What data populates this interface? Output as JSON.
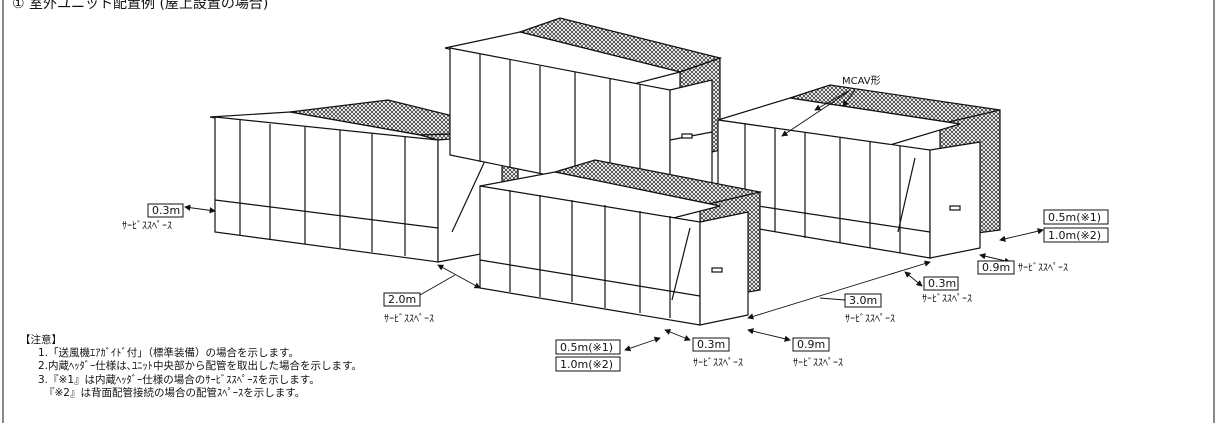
{
  "header": {
    "title": "① 室外ユニット配置例 (屋上設置の場合)"
  },
  "labels": {
    "model": "MCAV形",
    "service_space": "ｻｰﾋﾞｽｽﾍﾟｰｽ",
    "d_03": "0.3m",
    "d_20": "2.0m",
    "d_30": "3.0m",
    "d_09": "0.9m",
    "d_05": "0.5m(※1)",
    "d_10": "1.0m(※2)"
  },
  "notes": {
    "heading": "【注意】",
    "items": [
      "1.「送風機ｴｱｶﾞｲﾄﾞ付」（標準装備）の場合を示します。",
      "2.内蔵ﾍｯﾀﾞｰ仕様は､ﾕﾆｯﾄ中央部から配管を取出した場合を示します。",
      "3.『※1』は内蔵ﾍｯﾀﾞｰ仕様の場合のｻｰﾋﾞｽｽﾍﾟｰｽを示します。",
      "『※2』は背面配管接続の場合の配管ｽﾍﾟｰｽを示します。"
    ]
  }
}
